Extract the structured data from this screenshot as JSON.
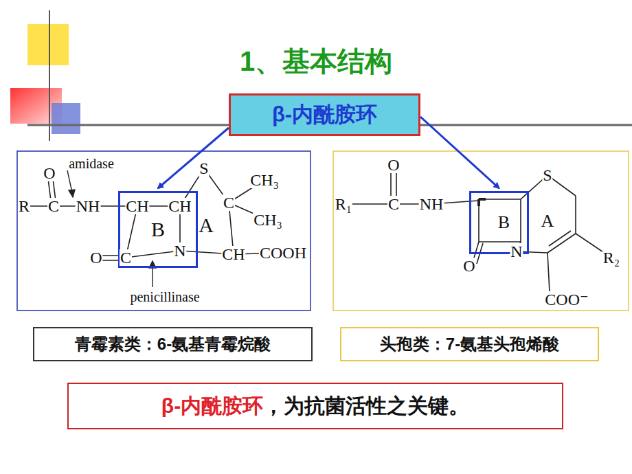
{
  "diagram": {
    "title": "1、基本结构",
    "nodes": [
      {
        "text": [
          "β-内酰胺环"
        ]
      },
      {
        "text": [
          "B"
        ]
      },
      {
        "text": [
          "B"
        ]
      },
      {
        "text": [
          "青霉素类：6-氨基青霉烷酸"
        ]
      },
      {
        "text": [
          "头孢类：7-氨基头孢烯酸"
        ]
      },
      {
        "text": [
          "β-内酰胺环",
          "，为抗菌活性之关键。"
        ]
      }
    ],
    "edges": [
      {
        "from": 0,
        "to": 1,
        "arrow": "to"
      },
      {
        "from": 0,
        "to": 2,
        "arrow": "to"
      }
    ],
    "labels": [
      "amidase",
      "O",
      "R",
      "C",
      "NH",
      "CH",
      "CH",
      "S",
      "CH₃",
      "C",
      "CH₃",
      "A",
      "N",
      "O",
      "C",
      "CH",
      "COOH",
      "penicillinase",
      "O",
      "R₁",
      "C",
      "NH",
      "S",
      "A",
      "R₂",
      "O",
      "N",
      "COO⁻"
    ]
  }
}
